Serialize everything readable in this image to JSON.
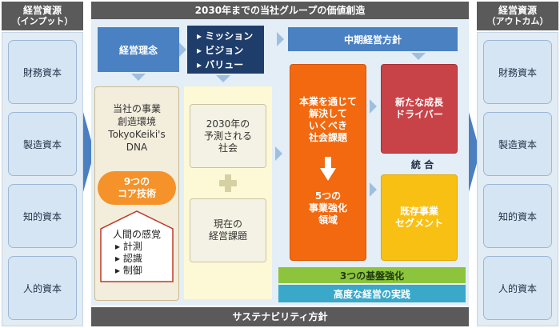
{
  "left": {
    "title": "経営資源",
    "subtitle": "（インプット）",
    "items": [
      "財務資本",
      "製造資本",
      "知的資本",
      "人的資本"
    ]
  },
  "right": {
    "title": "経営資源",
    "subtitle": "（アウトカム）",
    "items": [
      "財務資本",
      "製造資本",
      "知的資本",
      "人的資本"
    ]
  },
  "center": {
    "title": "2030年までの当社グループの価値創造",
    "footer": "サステナビリティ方針",
    "philosophy": "経営理念",
    "mvv": [
      "▸ ミッション",
      "▸ ビジョン",
      "▸ バリュー"
    ],
    "midterm": "中期経営方針",
    "environment": {
      "lines": [
        "当社の事業",
        "創造環境",
        "TokyoKeiki's",
        "DNA"
      ],
      "core_tech": [
        "9つの",
        "コア技術"
      ],
      "senses_title": "人間の感覚",
      "senses": [
        "▸ 計測",
        "▸ 認識",
        "▸ 制御"
      ]
    },
    "society": {
      "future": [
        "2030年の",
        "予測される",
        "社会"
      ],
      "issues": [
        "現在の",
        "経営課題"
      ]
    },
    "business": {
      "issues": [
        "本業を通じて",
        "解決して",
        "いくべき",
        "社会課題"
      ],
      "fields": [
        "5つの",
        "事業強化",
        "領域"
      ]
    },
    "growth": [
      "新たな成長",
      "ドライバー"
    ],
    "integration": "統 合",
    "existing": [
      "既存事業",
      "セグメント"
    ],
    "foundation": "3つの基盤強化",
    "management": "高度な経営の実践"
  }
}
